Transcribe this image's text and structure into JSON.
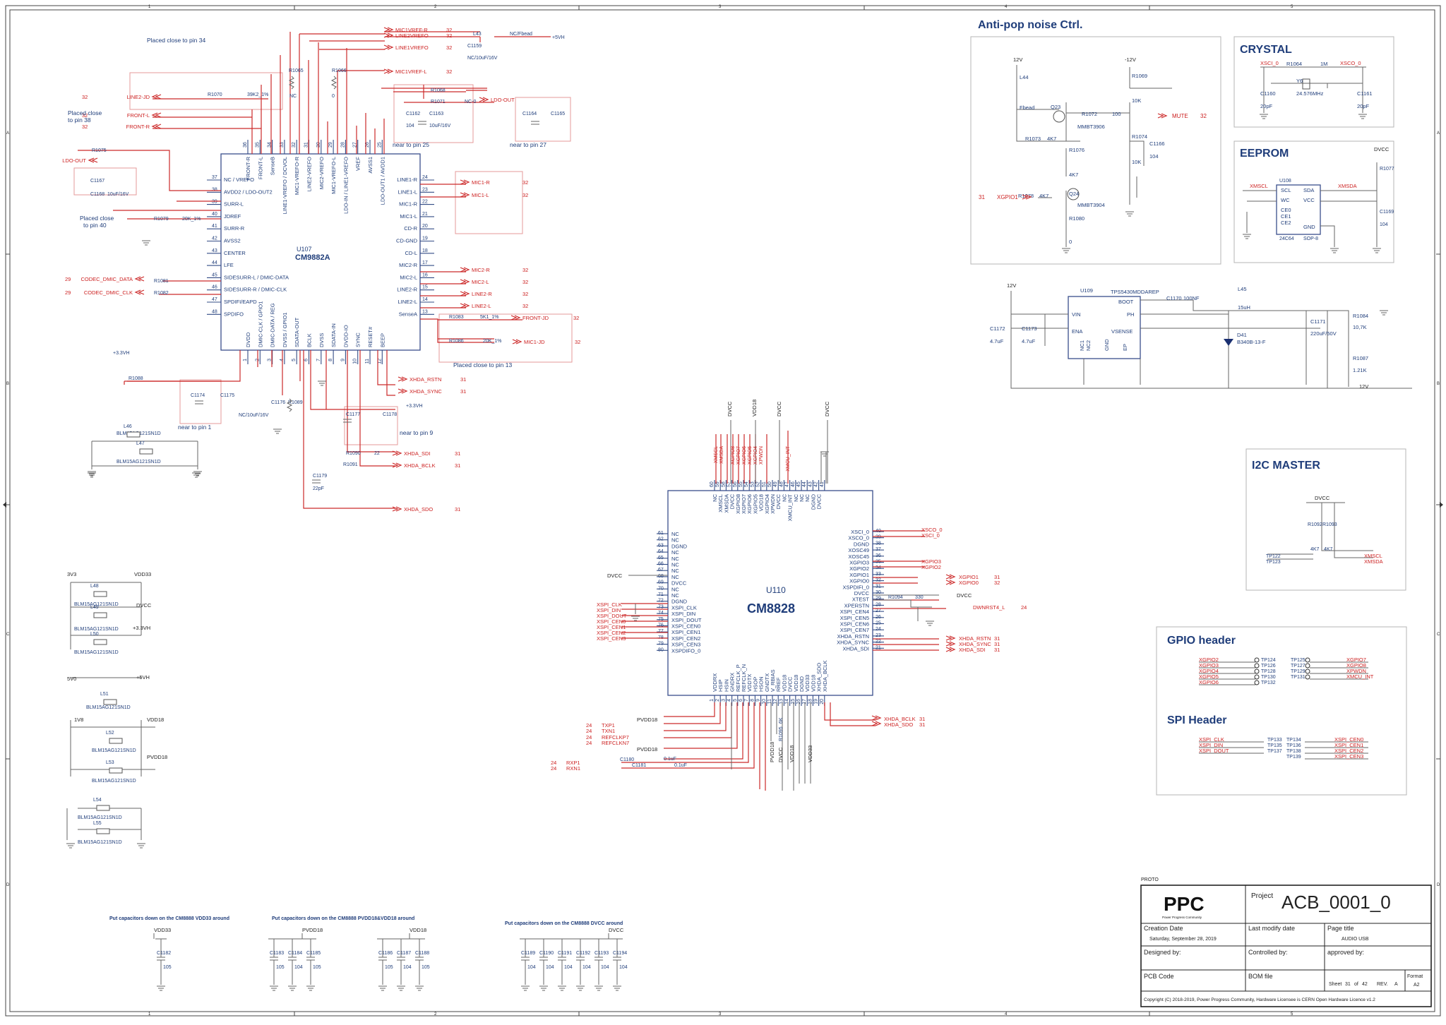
{
  "frame": {
    "col_numbers": [
      "1",
      "2",
      "3",
      "4",
      "5"
    ],
    "row_letters": [
      "A",
      "B",
      "C",
      "D"
    ]
  },
  "sections": {
    "antipop": "Anti-pop noise Ctrl.",
    "crystal": "CRYSTAL",
    "eeprom": "EEPROM",
    "i2c": "I2C MASTER",
    "gpio": "GPIO header",
    "spi": "SPI Header"
  },
  "cm9882a": {
    "ref": "U107",
    "name": "CM9882A",
    "left_pins": [
      {
        "num": "37",
        "name": "NC / VREFO"
      },
      {
        "num": "38",
        "name": "AVDD2 / LDO-OUT2"
      },
      {
        "num": "39",
        "name": "SURR-L"
      },
      {
        "num": "40",
        "name": "JDREF"
      },
      {
        "num": "41",
        "name": "SURR-R"
      },
      {
        "num": "42",
        "name": "AVSS2"
      },
      {
        "num": "43",
        "name": "CENTER"
      },
      {
        "num": "44",
        "name": "LFE"
      },
      {
        "num": "45",
        "name": "SIDESURR-L / DMIC-DATA"
      },
      {
        "num": "46",
        "name": "SIDESURR-R / DMIC-CLK"
      },
      {
        "num": "47",
        "name": "SPDIFI/EAPD"
      },
      {
        "num": "48",
        "name": "SPDIFO"
      }
    ],
    "right_pins": [
      {
        "num": "24",
        "name": "LINE1-R"
      },
      {
        "num": "23",
        "name": "LINE1-L"
      },
      {
        "num": "22",
        "name": "MIC1-R"
      },
      {
        "num": "21",
        "name": "MIC1-L"
      },
      {
        "num": "20",
        "name": "CD-R"
      },
      {
        "num": "19",
        "name": "CD-GND"
      },
      {
        "num": "18",
        "name": "CD-L"
      },
      {
        "num": "17",
        "name": "MIC2-R"
      },
      {
        "num": "16",
        "name": "MIC2-L"
      },
      {
        "num": "15",
        "name": "LINE2-R"
      },
      {
        "num": "14",
        "name": "LINE2-L"
      },
      {
        "num": "13",
        "name": "SenseA"
      }
    ],
    "top_pins": [
      {
        "num": "36",
        "name": "FRONT-R"
      },
      {
        "num": "35",
        "name": "FRONT-L"
      },
      {
        "num": "34",
        "name": "SenseB"
      },
      {
        "num": "33",
        "name": "LINE1-VREFO / DCVOL"
      },
      {
        "num": "32",
        "name": "MIC1-VREFO-R"
      },
      {
        "num": "31",
        "name": "LINE2-VREFO"
      },
      {
        "num": "30",
        "name": "MIC2-VREFO"
      },
      {
        "num": "29",
        "name": "MIC1-VREFO-L"
      },
      {
        "num": "28",
        "name": "LDO-IN / LINE1-VREFO"
      },
      {
        "num": "27",
        "name": "VREF"
      },
      {
        "num": "26",
        "name": "AVSS1"
      },
      {
        "num": "25",
        "name": "LDO-OUT1 / AVDD1"
      }
    ],
    "bottom_pins": [
      {
        "num": "1",
        "name": "DVDD"
      },
      {
        "num": "2",
        "name": "DMIC-CLK / GPIO1"
      },
      {
        "num": "3",
        "name": "DMIC-DATA / REG"
      },
      {
        "num": "4",
        "name": "DVSS / GPIO1"
      },
      {
        "num": "5",
        "name": "SDATA-OUT"
      },
      {
        "num": "6",
        "name": "BCLK"
      },
      {
        "num": "7",
        "name": "DVSS"
      },
      {
        "num": "8",
        "name": "SDATA-IN"
      },
      {
        "num": "9",
        "name": "DVDD-IO"
      },
      {
        "num": "10",
        "name": "SYNC"
      },
      {
        "num": "11",
        "name": "RESET#"
      },
      {
        "num": "12",
        "name": "BEEP"
      }
    ]
  },
  "cm8828": {
    "ref": "U110",
    "name": "CM8828",
    "left_pins": [
      {
        "num": "61",
        "name": "NC"
      },
      {
        "num": "62",
        "name": "NC"
      },
      {
        "num": "63",
        "name": "DGND"
      },
      {
        "num": "64",
        "name": "NC"
      },
      {
        "num": "65",
        "name": "NC"
      },
      {
        "num": "66",
        "name": "NC"
      },
      {
        "num": "67",
        "name": "NC"
      },
      {
        "num": "68",
        "name": "NC"
      },
      {
        "num": "69",
        "name": "DVCC"
      },
      {
        "num": "70",
        "name": "NC"
      },
      {
        "num": "71",
        "name": "NC"
      },
      {
        "num": "72",
        "name": "DGND"
      },
      {
        "num": "73",
        "name": "XSPI_CLK"
      },
      {
        "num": "74",
        "name": "XSPI_DIN"
      },
      {
        "num": "75",
        "name": "XSPI_DOUT"
      },
      {
        "num": "76",
        "name": "XSPI_CEN0"
      },
      {
        "num": "77",
        "name": "XSPI_CEN1"
      },
      {
        "num": "78",
        "name": "XSPI_CEN2"
      },
      {
        "num": "79",
        "name": "XSPI_CEN3"
      },
      {
        "num": "80",
        "name": "XSPDIFO_0"
      }
    ],
    "right_pins": [
      {
        "num": "40",
        "name": "XSCI_0"
      },
      {
        "num": "39",
        "name": "XSCO_0"
      },
      {
        "num": "38",
        "name": "DGND"
      },
      {
        "num": "37",
        "name": "XOSC49"
      },
      {
        "num": "36",
        "name": "XOSC45"
      },
      {
        "num": "35",
        "name": "XGPIO3"
      },
      {
        "num": "34",
        "name": "XGPIO2"
      },
      {
        "num": "33",
        "name": "XGPIO1"
      },
      {
        "num": "32",
        "name": "XGPIO0"
      },
      {
        "num": "31",
        "name": "XSPDIFI_0"
      },
      {
        "num": "30",
        "name": "DVCC"
      },
      {
        "num": "29",
        "name": "XTEST"
      },
      {
        "num": "28",
        "name": "XPERSTN"
      },
      {
        "num": "27",
        "name": "XSPI_CEN4"
      },
      {
        "num": "26",
        "name": "XSPI_CEN5"
      },
      {
        "num": "25",
        "name": "XSPI_CEN6"
      },
      {
        "num": "24",
        "name": "XSPI_CEN7"
      },
      {
        "num": "23",
        "name": "XHDA_RSTN"
      },
      {
        "num": "22",
        "name": "XHDA_SYNC"
      },
      {
        "num": "21",
        "name": "XHDA_SDI"
      }
    ],
    "top_pins": [
      {
        "num": "60",
        "name": "NC"
      },
      {
        "num": "59",
        "name": "XMSCL"
      },
      {
        "num": "58",
        "name": "XMSDA"
      },
      {
        "num": "57",
        "name": "DVCC"
      },
      {
        "num": "56",
        "name": "XGPIO8"
      },
      {
        "num": "55",
        "name": "XGPIO7"
      },
      {
        "num": "54",
        "name": "XGPIO6"
      },
      {
        "num": "53",
        "name": "XGPIO5"
      },
      {
        "num": "52",
        "name": "VDD18"
      },
      {
        "num": "51",
        "name": "XGPIO4"
      },
      {
        "num": "50",
        "name": "XPWDN"
      },
      {
        "num": "49",
        "name": "DVCC"
      },
      {
        "num": "48",
        "name": "NC"
      },
      {
        "num": "47",
        "name": "XMCU_INT"
      },
      {
        "num": "46",
        "name": "NC"
      },
      {
        "num": "45",
        "name": "NC"
      },
      {
        "num": "44",
        "name": "NC"
      },
      {
        "num": "43",
        "name": "DGND"
      },
      {
        "num": "42",
        "name": "DVCC"
      },
      {
        "num": "41",
        "name": ""
      }
    ],
    "bottom_pins": [
      {
        "num": "1",
        "name": "VDDRX"
      },
      {
        "num": "2",
        "name": "HSIP"
      },
      {
        "num": "3",
        "name": "HSIN"
      },
      {
        "num": "4",
        "name": "GNDRX"
      },
      {
        "num": "5",
        "name": "REFCLK_P"
      },
      {
        "num": "6",
        "name": "REFCLK_N"
      },
      {
        "num": "7",
        "name": "VDDTX"
      },
      {
        "num": "8",
        "name": "HSOP"
      },
      {
        "num": "9",
        "name": "HSON"
      },
      {
        "num": "10",
        "name": "GNDTX"
      },
      {
        "num": "11",
        "name": "V_RBIAS"
      },
      {
        "num": "12",
        "name": "RREF"
      },
      {
        "num": "13",
        "name": "VDD18"
      },
      {
        "num": "14",
        "name": "DVCC"
      },
      {
        "num": "15",
        "name": "VDD18"
      },
      {
        "num": "16",
        "name": "DGND"
      },
      {
        "num": "17",
        "name": "VDD33"
      },
      {
        "num": "18",
        "name": "VDD18"
      },
      {
        "num": "19",
        "name": "XHDA_SDO"
      },
      {
        "num": "20",
        "name": "XHDA_BCLK"
      }
    ]
  },
  "nets_9882": [
    {
      "label": "MIC1VREF-R",
      "ref": "32"
    },
    {
      "label": "LINE2VREFO",
      "ref": "32"
    },
    {
      "label": "LINE1VREFO",
      "ref": "32"
    },
    {
      "label": "MIC1VREF-L",
      "ref": "32"
    },
    {
      "label": "LINE2-JD",
      "ref": "32"
    },
    {
      "label": "FRONT-L",
      "ref": "32"
    },
    {
      "label": "FRONT-R",
      "ref": "32"
    },
    {
      "label": "LDO-OUT",
      "ref": ""
    },
    {
      "label": "CODEC_DMIC_DATA",
      "ref": "29"
    },
    {
      "label": "CODEC_DMIC_CLK",
      "ref": "29"
    },
    {
      "label": "MIC1-R",
      "ref": "32"
    },
    {
      "label": "MIC1-L",
      "ref": "32"
    },
    {
      "label": "MIC2-R",
      "ref": "32"
    },
    {
      "label": "MIC2-L",
      "ref": "32"
    },
    {
      "label": "LINE2-R",
      "ref": "32"
    },
    {
      "label": "LINE2-L",
      "ref": "32"
    },
    {
      "label": "FRONT-JD",
      "ref": "32"
    },
    {
      "label": "MIC1-JD",
      "ref": "32"
    },
    {
      "label": "XHDA_RSTN",
      "ref": "31"
    },
    {
      "label": "XHDA_SYNC",
      "ref": "31"
    },
    {
      "label": "XHDA_SDI",
      "ref": "31"
    },
    {
      "label": "XHDA_BCLK",
      "ref": "31"
    },
    {
      "label": "XHDA_SDO",
      "ref": "31"
    },
    {
      "label": "LDO-OUT",
      "ref": ""
    }
  ],
  "notes_9882": [
    "Placed close to pin 34",
    "Placed close to pin 38",
    "Placed close to pin 40",
    "near to pin 25",
    "near to pin 27",
    "Placed close to pin 13",
    "near to pin 1",
    "near to pin 9"
  ],
  "parts_9882": [
    "L43",
    "NC/Fbead",
    "+5VH",
    "C1159",
    "NC/10uF/16V",
    "R1065",
    "NC",
    "R1066",
    "0",
    "R1070",
    "39K2_1%",
    "R1068",
    "R1071",
    "NC-0",
    "C1162",
    "C1163",
    "104",
    "10uF/16V",
    "C1164",
    "C1165",
    "R1075",
    "C1167",
    "C1168",
    "10uF/16V",
    "R1079",
    "20K_1%",
    "R1081",
    "R1082",
    "R1083",
    "5K1_1%",
    "R1086",
    "20K_1%",
    "+3.3VH",
    "R1088",
    "C1174",
    "C1175",
    "C1176",
    "R1089",
    "NC/10uF/16V",
    "C1177",
    "C1178",
    "R1090",
    "22",
    "R1091",
    "C1179",
    "22pF",
    "+3.3VH"
  ],
  "ferrites": [
    {
      "ref": "L46",
      "pn": "BLM15AG121SN1D"
    },
    {
      "ref": "L47",
      "pn": "BLM15AG121SN1D"
    },
    {
      "ref": "L48",
      "pn": "BLM15AG121SN1D"
    },
    {
      "ref": "L49",
      "pn": "BLM15AG121SN1D"
    },
    {
      "ref": "L50",
      "pn": "BLM15AG121SN1D"
    },
    {
      "ref": "L51",
      "pn": "BLM15AG121SN1D"
    },
    {
      "ref": "L52",
      "pn": "BLM15AG121SN1D"
    },
    {
      "ref": "L53",
      "pn": "BLM15AG121SN1D"
    },
    {
      "ref": "L54",
      "pn": "BLM15AG121SN1D"
    },
    {
      "ref": "L55",
      "pn": "BLM15AG121SN1D"
    }
  ],
  "rails": [
    "3V3",
    "VDD33",
    "DVCC",
    "+3.3VH",
    "5V0",
    "+5VH",
    "1V8",
    "VDD18",
    "PVDD18"
  ],
  "antipop": {
    "v1": "12V",
    "v2": "-12V",
    "l44": "L44",
    "fbead": "Fbead",
    "q23": "Q23",
    "r1072": "R1072",
    "r1072v": "100",
    "mmbt3906": "MMBT3906",
    "r1073": "R1073",
    "r1073v": "4K7",
    "r1076": "R1076",
    "r1076v": "4K7",
    "q24": "Q24",
    "mmbt3904": "MMBT3904",
    "r1078": "R1078",
    "r1078v": "4K7",
    "r1080": "R1080",
    "r1080v": "0",
    "r1069": "R1069",
    "r1069v": "10K",
    "r1074": "R1074",
    "r1074v": "10K",
    "c1166": "C1166",
    "c1166v": "104",
    "mute": "MUTE",
    "mute_ref": "32",
    "xgpio1": "XGPIO1",
    "xgpio1_ref": "31"
  },
  "crystal": {
    "xsci": "XSCI_0",
    "xsco": "XSCO_0",
    "r1064": "R1064",
    "r1064v": "1M",
    "y6": "Y6",
    "freq": "24.576MHz",
    "c1160": "C1160",
    "c1160v": "20pF",
    "c1161": "C1161",
    "c1161v": "20pF"
  },
  "eeprom": {
    "ref": "U108",
    "part": "24C64",
    "pkg": "SOP-8",
    "dvcc": "DVCC",
    "r1077": "R1077",
    "c1169": "C1169",
    "c1169v": "104",
    "xmscl": "XMSCL",
    "xmsda": "XMSDA",
    "pins_left": [
      "SCL",
      "WC",
      "CE0",
      "CE1",
      "CE2"
    ],
    "pins_right": [
      "SDA",
      "VCC",
      "GND"
    ]
  },
  "regulator": {
    "ref": "U109",
    "part": "TPS5430MDDAREP",
    "v12": "12V",
    "vin": "VIN",
    "ena": "ENA",
    "nc1": "NC1",
    "nc2": "NC2",
    "gnd": "GND",
    "ep": "EP",
    "boot": "BOOT",
    "ph": "PH",
    "vsense": "VSENSE",
    "c1170": "C1170",
    "c1170v": "100NF",
    "l45": "L45",
    "l45v": "15uH",
    "c1172": "C1172",
    "c1172v": "4.7uF",
    "c1173": "C1173",
    "c1173v": "4.7uF",
    "d41": "D41",
    "d41v": "B340B-13-F",
    "c1171": "C1171",
    "c1171v": "220uF/50V",
    "r1084": "R1084",
    "r1084v": "10,7K",
    "r1087": "R1087",
    "r1087v": "1.21K",
    "vout": "12V"
  },
  "i2c": {
    "dvcc": "DVCC",
    "r1092": "R1092",
    "r1093": "R1093",
    "v1": "4K7",
    "v2": "4K7",
    "tp1": "TP122",
    "tp2": "TP123",
    "scl": "XMSCL",
    "sda": "XMSDA"
  },
  "gpio_hdr": {
    "left": [
      "XGPIO2",
      "XGPIO3",
      "XGPIO4",
      "XGPIO5",
      "XGPIO6"
    ],
    "tp_left": [
      "TP124",
      "TP126",
      "TP128",
      "TP130",
      "TP132"
    ],
    "tp_right": [
      "TP125",
      "TP127",
      "TP129",
      "TP131"
    ],
    "right": [
      "XGPIO7",
      "XGPIO8",
      "XPWDN",
      "XMCU_INT"
    ]
  },
  "spi_hdr": {
    "left": [
      "XSPI_CLK",
      "XSPI_DIN",
      "XSPI_DOUT"
    ],
    "tp_left": [
      "TP133",
      "TP135",
      "TP137"
    ],
    "tp_right": [
      "TP134",
      "TP136",
      "TP138",
      "TP139"
    ],
    "right": [
      "XSPI_CEN0",
      "XSPI_CEN1",
      "XSPI_CEN2",
      "XSPI_CEN3"
    ]
  },
  "cm8828_nets": {
    "right": [
      {
        "label": "XSCO_0",
        "ref": ""
      },
      {
        "label": "XSCI_0",
        "ref": ""
      },
      {
        "label": "XGPIO3",
        "ref": ""
      },
      {
        "label": "XGPIO2",
        "ref": ""
      },
      {
        "label": "XGPIO1",
        "ref": "31"
      },
      {
        "label": "XGPIO0",
        "ref": "32"
      },
      {
        "label": "DWNRST4_L",
        "ref": "24"
      },
      {
        "label": "XHDA_RSTN",
        "ref": "31"
      },
      {
        "label": "XHDA_SYNC",
        "ref": "31"
      },
      {
        "label": "XHDA_SDI",
        "ref": "31"
      },
      {
        "label": "XHDA_BCLK",
        "ref": "31"
      },
      {
        "label": "XHDA_SDO",
        "ref": "31"
      }
    ],
    "left": [
      "XSPI_CLK",
      "XSPI_DIN",
      "XSPI_DOUT",
      "XSPI_CEN0",
      "XSPI_CEN1",
      "XSPI_CEN2",
      "XSPI_CEN3"
    ],
    "dvcc": "DVCC",
    "r1094": "R1094",
    "r1094v": "330",
    "top_nets": [
      "XMSCL",
      "XMSDA",
      "XGPIO8",
      "XGPIO7",
      "XGPIO6",
      "XGPIO5",
      "XGPIO4",
      "XPWDN",
      "XMCU_INT"
    ],
    "top_rails": [
      "DVCC",
      "VDD18",
      "DVCC",
      "DVCC"
    ],
    "bottom_left": [
      {
        "ref": "24",
        "label": "TXP1"
      },
      {
        "ref": "24",
        "label": "TXN1"
      },
      {
        "ref": "24",
        "label": "REFCLKP7"
      },
      {
        "ref": "24",
        "label": "REFCLKN7"
      },
      {
        "ref": "24",
        "label": "RXP1"
      },
      {
        "ref": "24",
        "label": "RXN1"
      }
    ],
    "pvdd18": "PVDD18",
    "c1180": "C1180",
    "c1181": "C1181",
    "cap_v": "0.1uF",
    "r1095": "R1095",
    "r1095v": "6K",
    "bottom_rails": [
      "PVDD18",
      "DVCC",
      "VDD18",
      "VDD33"
    ]
  },
  "decoupling": [
    {
      "note": "Put capacitors down on the CM8888 VDD33 around",
      "rail": "VDD33",
      "caps": [
        {
          "ref": "C1182",
          "val": "105"
        }
      ]
    },
    {
      "note": "Put capacitors down on the CM8888 PVDD18&VDD18 around",
      "rail": "PVDD18",
      "caps": [
        {
          "ref": "C1183",
          "val": "105"
        },
        {
          "ref": "C1184",
          "val": "104"
        },
        {
          "ref": "C1185",
          "val": "105"
        }
      ]
    },
    {
      "note": "",
      "rail": "VDD18",
      "caps": [
        {
          "ref": "C1186",
          "val": "105"
        },
        {
          "ref": "C1187",
          "val": "104"
        },
        {
          "ref": "C1188",
          "val": "105"
        }
      ]
    },
    {
      "note": "Put capacitors down on the CM8888 DVCC around",
      "rail": "DVCC",
      "caps": [
        {
          "ref": "C1189",
          "val": "104"
        },
        {
          "ref": "C1190",
          "val": "104"
        },
        {
          "ref": "C1191",
          "val": "104"
        },
        {
          "ref": "C1192",
          "val": "104"
        },
        {
          "ref": "C1193",
          "val": "104"
        },
        {
          "ref": "C1194",
          "val": "104"
        }
      ]
    }
  ],
  "titleblock": {
    "proto": "PROTO",
    "logo_text": "PPC",
    "logo_sub": "Power Progress Community",
    "project_label": "Project",
    "project": "ACB_0001_0",
    "creation_label": "Creation Date",
    "creation": "Saturday, September 28, 2019",
    "modify_label": "Last modify date",
    "page_label": "Page title",
    "page": "AUDIO USB",
    "designed_label": "Designed by:",
    "controlled_label": "Controlled by:",
    "approved_label": "approved by:",
    "pcb_label": "PCB Code",
    "bom_label": "BOM file",
    "sheet_label": "Sheet",
    "sheet": "31",
    "of_label": "of",
    "sheet_total": "42",
    "rev_label": "REV.",
    "rev": "A",
    "format_label": "Format",
    "format": "A2",
    "copyright": "Copyright (C) 2018-2019, Power Progress Community, Hardware Licensee is CERN Open Hardware Licence v1.2"
  }
}
